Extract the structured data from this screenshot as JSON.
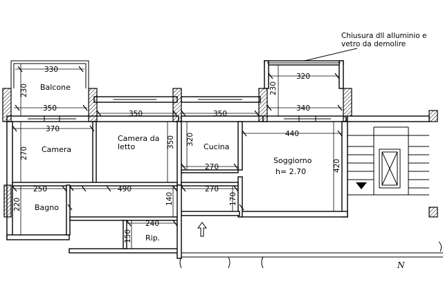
{
  "note": {
    "line1": "Chiusura dll alluminio e",
    "line2": "vetro da demolire"
  },
  "rooms": {
    "balcone_left": "Balcone",
    "camera": "Camera",
    "camera_letto_1": "Camera da",
    "camera_letto_2": "letto",
    "cucina": "Cucina",
    "soggiorno": "Soggiorno",
    "soggiorno_height": "h= 2.70",
    "bagno": "Bagno",
    "ripostiglio": "Rip."
  },
  "dimensions": {
    "balcone_left_width": "330",
    "balcone_left_depth": "230",
    "camera_wall_350": "350",
    "camera_width": "370",
    "camera_depth": "270",
    "camera_letto_width": "350",
    "camera_letto_depth": "350",
    "cucina_width": "350",
    "cucina_depth": "320",
    "cucina_lower": "270",
    "balcone_right_width": "320",
    "balcone_right_depth": "230",
    "soggiorno_wall": "340",
    "soggiorno_width": "440",
    "soggiorno_depth": "420",
    "bagno_width": "250",
    "bagno_depth": "220",
    "corridor_width": "490",
    "corridor_depth": "140",
    "disimpegno_width": "270",
    "disimpegno_depth": "170",
    "rip_width": "240",
    "rip_depth": "150"
  },
  "north_label": "N",
  "icons": {
    "entry": "up-arrow-icon",
    "stair": "stair-icon",
    "lift": "elevator-shaft-icon"
  }
}
